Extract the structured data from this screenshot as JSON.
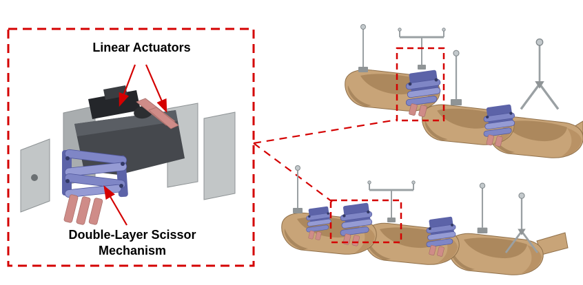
{
  "figure": {
    "background": "#ffffff",
    "inset": {
      "label_linear_actuators": "Linear Actuators",
      "label_scissor_line1": "Double-Layer Scissor",
      "label_scissor_line2": "Mechanism"
    },
    "colors": {
      "background": "#ffffff",
      "annotation_red": "#d40000",
      "hull_tan": "#c8a478",
      "hull_tan_dark": "#a9855a",
      "mechanism_purple": "#7f86c6",
      "mechanism_purple_dark": "#5c63a8",
      "rod_pink": "#cf8c88",
      "plate_gray": "#c2c6c7",
      "body_dark": "#45484d",
      "antenna_gray": "#9aa0a3"
    }
  }
}
